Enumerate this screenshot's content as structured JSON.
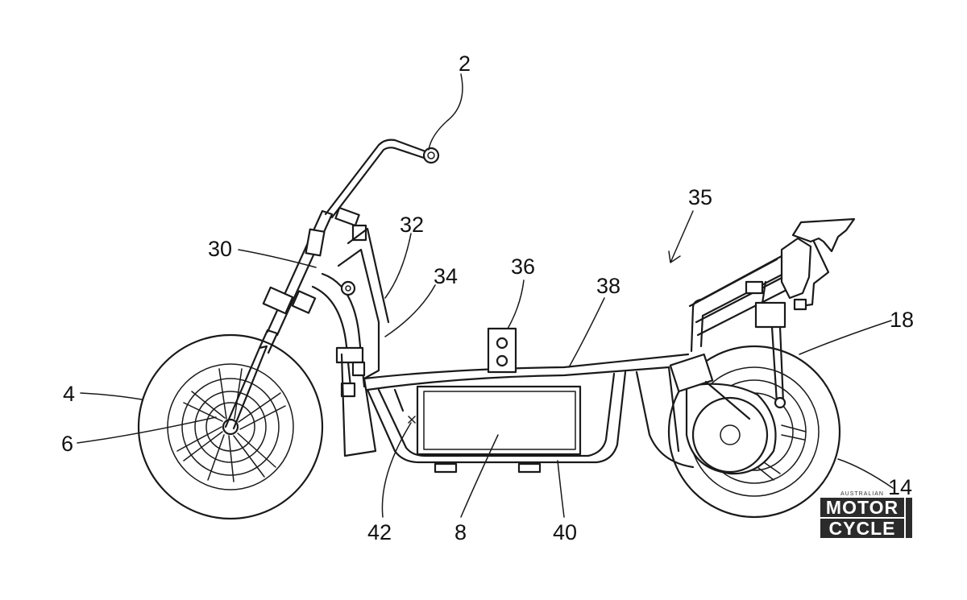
{
  "figure": {
    "labels": {
      "handlebar": "2",
      "front_wheel": "4",
      "front_hub": "6",
      "battery": "8",
      "rear_wheel": "14",
      "rear_motor": "18",
      "front_fork": "30",
      "head_frame": "32",
      "down_frame": "34",
      "seat_direction": "35",
      "bracket": "36",
      "upper_frame": "38",
      "lower_frame": "40",
      "battery_point": "42"
    }
  },
  "watermark": {
    "top_text": "AUSTRALIAN",
    "line1": "MOTOR",
    "line2": "CYCLE"
  }
}
